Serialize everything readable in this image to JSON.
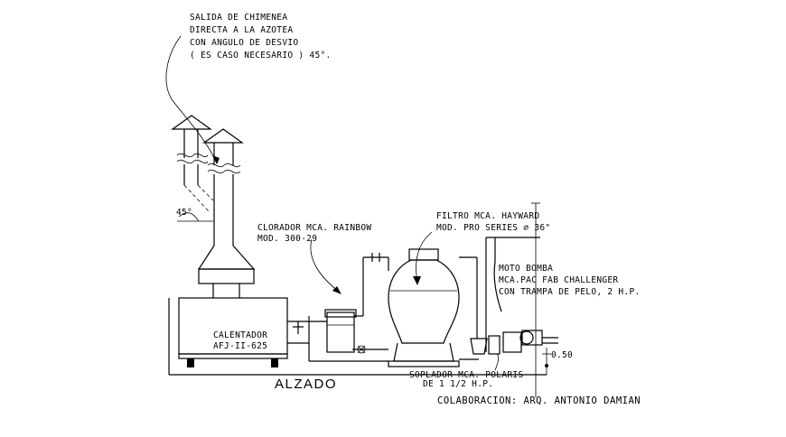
{
  "notes": {
    "chimney": [
      "SALIDA DE CHIMENEA",
      "DIRECTA A LA AZOTEA",
      "CON ANGULO DE DESVIO",
      "( ES CASO NECESARIO ) 45°."
    ],
    "angle": "45°",
    "clorador": [
      "CLORADOR MCA. RAINBOW",
      "MOD. 300-29"
    ],
    "filtro": [
      "FILTRO MCA. HAYWARD",
      "MOD. PRO SERIES ⌀ 36\""
    ],
    "motobomba": [
      "MOTO BOMBA",
      "MCA.PAC FAB CHALLENGER",
      "CON TRAMPA DE PELO, 2 H.P."
    ],
    "calentador": [
      "CALENTADOR",
      "AFJ-II-625"
    ],
    "soplador": [
      "SOPLADOR MCA. POLARIS",
      "DE 1 1/2 H.P."
    ],
    "dimension": "0.50"
  },
  "title": "ALZADO",
  "credit": "COLABORACION:  ARQ. ANTONIO DAMIAN"
}
